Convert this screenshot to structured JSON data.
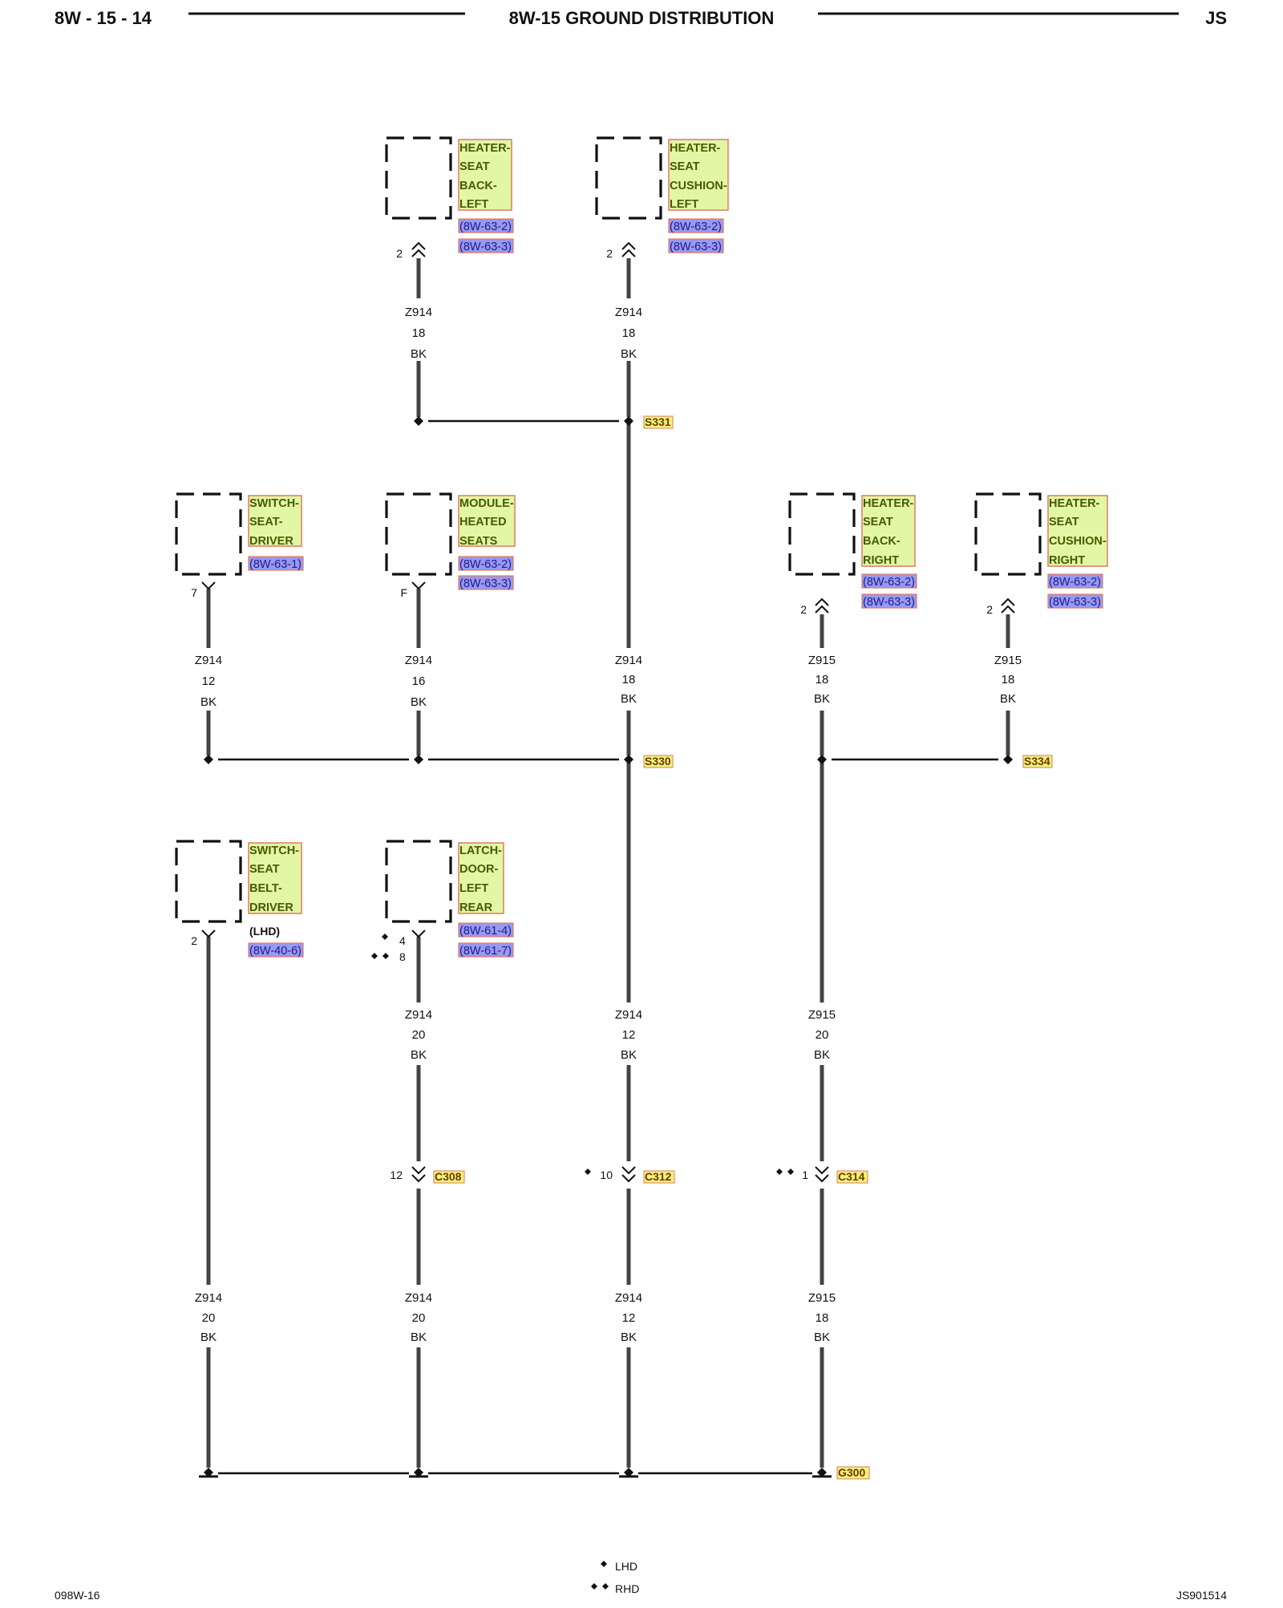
{
  "header": {
    "page_id": "8W - 15 - 14",
    "title": "8W-15 GROUND DISTRIBUTION",
    "model": "JS"
  },
  "footer": {
    "left_code": "098W-16",
    "right_code": "JS901514",
    "legend": [
      {
        "symbol": "single-diamond",
        "label": "LHD"
      },
      {
        "symbol": "double-diamond",
        "label": "RHD"
      }
    ]
  },
  "components": [
    {
      "id": "hsbl",
      "lines": [
        "HEATER-",
        "SEAT",
        "BACK-",
        "LEFT"
      ],
      "refs": [
        "(8W-63-2)",
        "(8W-63-3)"
      ],
      "pin": "2",
      "terminal": "male"
    },
    {
      "id": "hscl",
      "lines": [
        "HEATER-",
        "SEAT",
        "CUSHION-",
        "LEFT"
      ],
      "refs": [
        "(8W-63-2)",
        "(8W-63-3)"
      ],
      "pin": "2",
      "terminal": "male"
    },
    {
      "id": "ssd",
      "lines": [
        "SWITCH-",
        "SEAT-",
        "DRIVER"
      ],
      "refs": [
        "(8W-63-1)"
      ],
      "pin": "7",
      "terminal": "female"
    },
    {
      "id": "mhs",
      "lines": [
        "MODULE-",
        "HEATED",
        "SEATS"
      ],
      "refs": [
        "(8W-63-2)",
        "(8W-63-3)"
      ],
      "pin": "F",
      "terminal": "female"
    },
    {
      "id": "hsbr",
      "lines": [
        "HEATER-",
        "SEAT",
        "BACK-",
        "RIGHT"
      ],
      "refs": [
        "(8W-63-2)",
        "(8W-63-3)"
      ],
      "pin": "2",
      "terminal": "male"
    },
    {
      "id": "hscr",
      "lines": [
        "HEATER-",
        "SEAT",
        "CUSHION-",
        "RIGHT"
      ],
      "refs": [
        "(8W-63-2)",
        "(8W-63-3)"
      ],
      "pin": "2",
      "terminal": "male"
    },
    {
      "id": "ssbd",
      "lines": [
        "SWITCH-",
        "SEAT",
        "BELT-",
        "DRIVER"
      ],
      "note": "(LHD)",
      "refs": [
        "(8W-40-6)"
      ],
      "pin": "2",
      "terminal": "female"
    },
    {
      "id": "ldlr",
      "lines": [
        "LATCH-",
        "DOOR-",
        "LEFT",
        "REAR"
      ],
      "refs": [
        "(8W-61-4)",
        "(8W-61-7)"
      ],
      "pins": [
        "4",
        "8"
      ],
      "terminal": "female"
    }
  ],
  "wires": [
    {
      "id": "w1",
      "circuit": "Z914",
      "gauge": "18",
      "color": "BK"
    },
    {
      "id": "w2",
      "circuit": "Z914",
      "gauge": "18",
      "color": "BK"
    },
    {
      "id": "w3",
      "circuit": "Z914",
      "gauge": "12",
      "color": "BK"
    },
    {
      "id": "w4",
      "circuit": "Z914",
      "gauge": "16",
      "color": "BK"
    },
    {
      "id": "w5",
      "circuit": "Z914",
      "gauge": "18",
      "color": "BK"
    },
    {
      "id": "w6",
      "circuit": "Z915",
      "gauge": "18",
      "color": "BK"
    },
    {
      "id": "w7",
      "circuit": "Z915",
      "gauge": "18",
      "color": "BK"
    },
    {
      "id": "w8",
      "circuit": "Z914",
      "gauge": "20",
      "color": "BK"
    },
    {
      "id": "w9",
      "circuit": "Z914",
      "gauge": "12",
      "color": "BK"
    },
    {
      "id": "w10",
      "circuit": "Z915",
      "gauge": "20",
      "color": "BK"
    },
    {
      "id": "w11",
      "circuit": "Z914",
      "gauge": "20",
      "color": "BK"
    },
    {
      "id": "w12",
      "circuit": "Z914",
      "gauge": "20",
      "color": "BK"
    },
    {
      "id": "w13",
      "circuit": "Z914",
      "gauge": "12",
      "color": "BK"
    },
    {
      "id": "w14",
      "circuit": "Z915",
      "gauge": "18",
      "color": "BK"
    }
  ],
  "splices": [
    {
      "id": "s331",
      "label": "S331"
    },
    {
      "id": "s330",
      "label": "S330"
    },
    {
      "id": "s334",
      "label": "S334"
    }
  ],
  "connectors": [
    {
      "id": "c308",
      "label": "C308",
      "pin": "12"
    },
    {
      "id": "c312",
      "label": "C312",
      "pin": "10"
    },
    {
      "id": "c314",
      "label": "C314",
      "pin": "1"
    }
  ],
  "ground": {
    "label": "G300"
  },
  "colors": {
    "component_label_bg": "#e2f7a6",
    "component_label_border": "#e07a5f",
    "ref_label_bg": "#9999ee",
    "tag_label_bg": "#f2f27a",
    "wire": "#444444"
  }
}
